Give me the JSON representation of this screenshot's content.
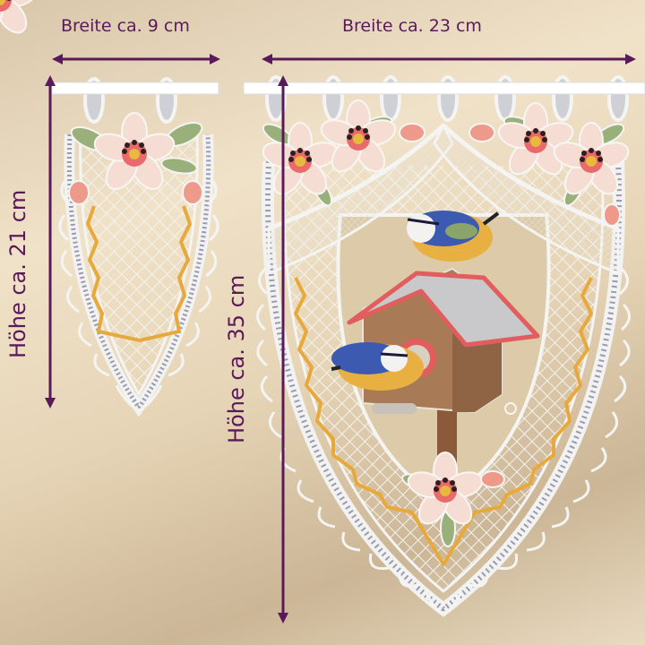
{
  "product": {
    "description": "Lace window curtain set with birds and birdhouse embroidery, shown with dimension arrows",
    "colors": {
      "background": "#e8d7ba",
      "annotation": "#5a1a5a",
      "lace": "#f4f4f2",
      "lace_shadow": "#8a8aa0",
      "accent_yellow": "#e8a93c",
      "flower_pink": "#e86a6a",
      "leaf_green": "#8aa46a",
      "rod": "#ffffff"
    }
  },
  "small_panel": {
    "width_label": "Breite ca. 9 cm",
    "height_label": "Höhe ca. 21 cm"
  },
  "large_panel": {
    "width_label": "Breite ca. 23 cm",
    "height_label": "Höhe ca. 35 cm"
  }
}
